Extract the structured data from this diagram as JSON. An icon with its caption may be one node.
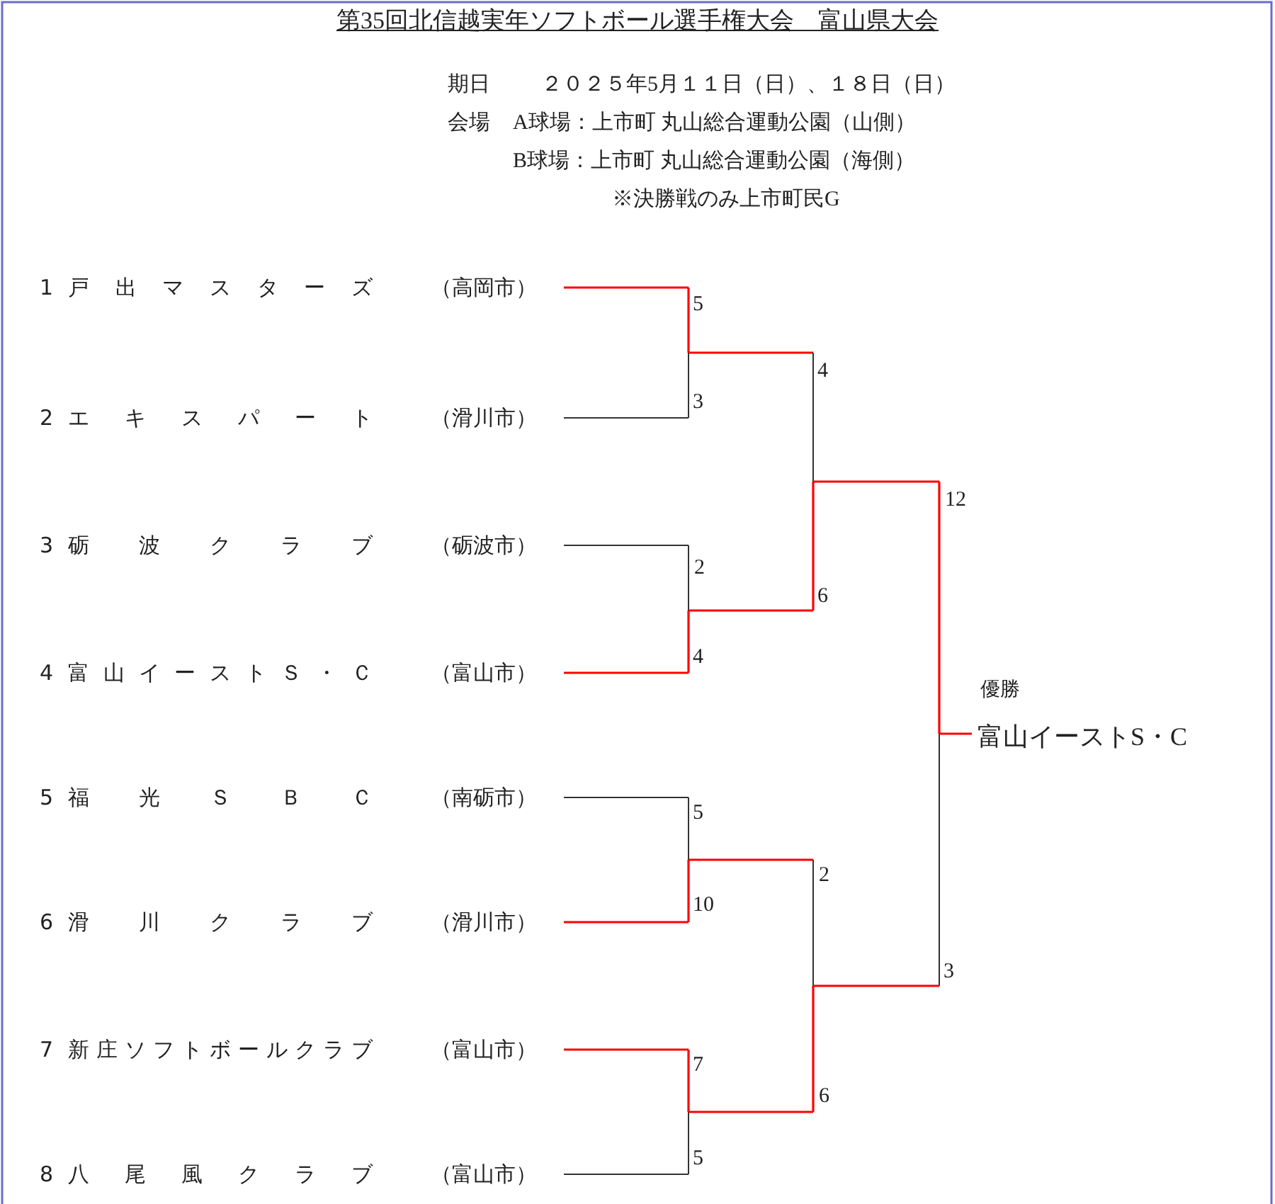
{
  "diagram": {
    "title": "第35回北信越実年ソフトボール選手権大会　富山県大会",
    "labels": [
      "期日",
      "２０２５年5月１１日（日）、１８日（日）",
      "会場",
      "A球場：上市町 丸山総合運動公園（山側）",
      "B球場：上市町 丸山総合運動公園（海側）",
      "※決勝戦のみ上市町民G",
      "1",
      "戸出マスターズ",
      "（高岡市）",
      "5",
      "4",
      "2",
      "エキスパート",
      "（滑川市）",
      "3",
      "12",
      "3",
      "砺波クラブ",
      "（砺波市）",
      "2",
      "6",
      "4",
      "富山イーストＳ・Ｃ",
      "（富山市）",
      "4",
      "優勝",
      "富山イーストS・C",
      "5",
      "福光ＳＢＣ",
      "（南砺市）",
      "5",
      "2",
      "6",
      "滑川クラブ",
      "（滑川市）",
      "10",
      "3",
      "7",
      "新庄ソフトボールクラブ",
      "（富山市）",
      "7",
      "6",
      "8",
      "八尾風クラブ",
      "（富山市）",
      "5"
    ]
  }
}
